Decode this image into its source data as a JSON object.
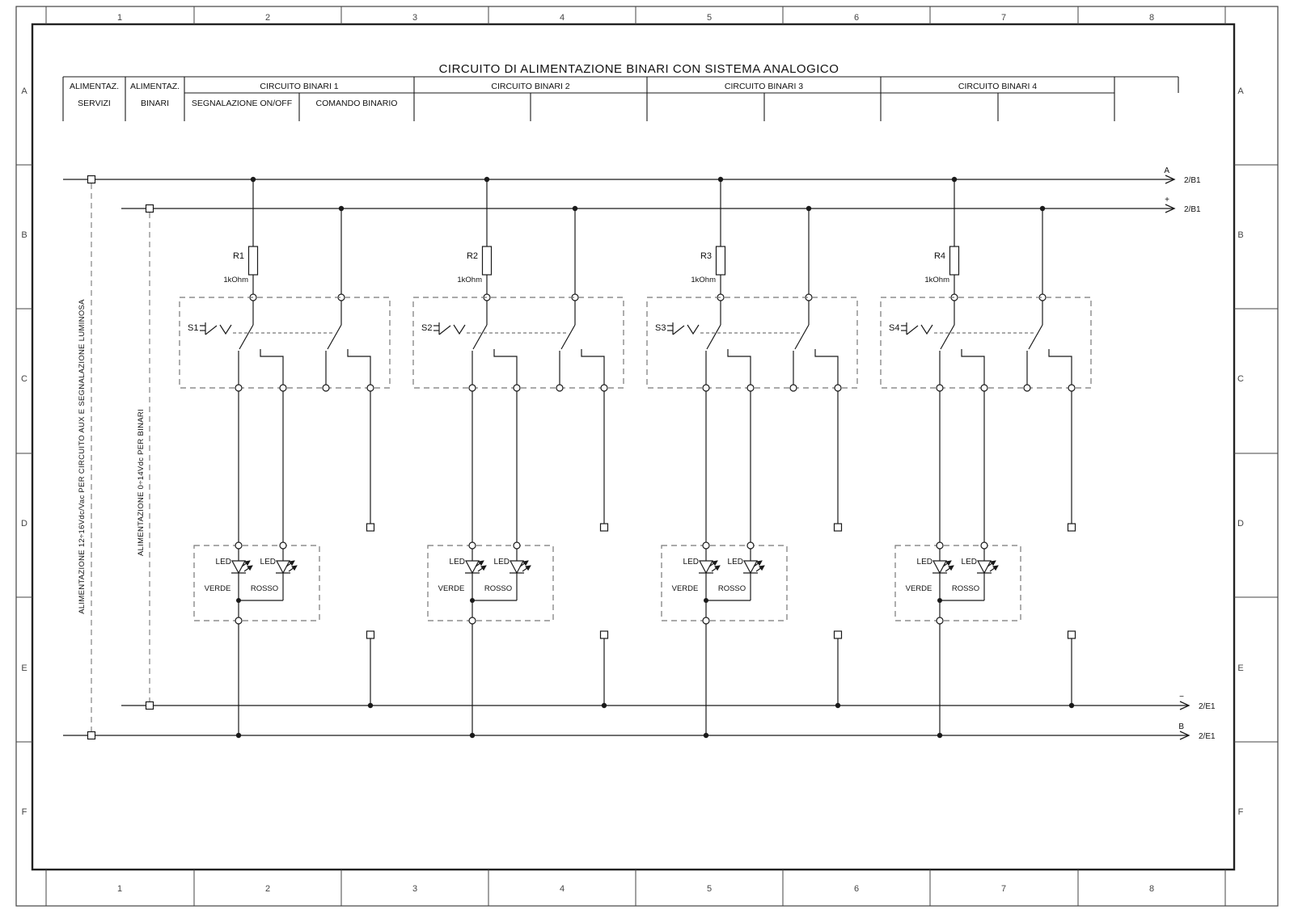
{
  "title": "CIRCUITO DI ALIMENTAZIONE BINARI CON SISTEMA ANALOGICO",
  "frame": {
    "columns": [
      "1",
      "2",
      "3",
      "4",
      "5",
      "6",
      "7",
      "8"
    ],
    "rows": [
      "A",
      "B",
      "C",
      "D",
      "E",
      "F"
    ]
  },
  "header": {
    "servizi_line1": "ALIMENTAZ.",
    "servizi_line2": "SERVIZI",
    "binari_line1": "ALIMENTAZ.",
    "binari_line2": "BINARI",
    "circuit1": "CIRCUITO BINARI 1",
    "circuit1_sub1": "SEGNALAZIONE ON/OFF",
    "circuit1_sub2": "COMANDO BINARIO",
    "circuit2": "CIRCUITO BINARI 2",
    "circuit3": "CIRCUITO BINARI 3",
    "circuit4": "CIRCUITO BINARI 4"
  },
  "buses": {
    "a": {
      "label": "A",
      "ref": "2/B1"
    },
    "plus": {
      "label": "+",
      "ref": "2/B1"
    },
    "minus": {
      "label": "−",
      "ref": "2/E1"
    },
    "b": {
      "label": "B",
      "ref": "2/E1"
    }
  },
  "supplies": {
    "aux": "ALIMENTAZIONE 12÷16Vdc/Vac PER CIRCUITO AUX E SEGNALAZIONE LUMINOSA",
    "binari": "ALIMENTAZIONE 0÷14Vdc PER BINARI"
  },
  "blocks": [
    {
      "resistor": "R1",
      "value": "1kOhm",
      "switch": "S1",
      "led": "LED",
      "green": "VERDE",
      "red": "ROSSO"
    },
    {
      "resistor": "R2",
      "value": "1kOhm",
      "switch": "S2",
      "led": "LED",
      "green": "VERDE",
      "red": "ROSSO"
    },
    {
      "resistor": "R3",
      "value": "1kOhm",
      "switch": "S3",
      "led": "LED",
      "green": "VERDE",
      "red": "ROSSO"
    },
    {
      "resistor": "R4",
      "value": "1kOhm",
      "switch": "S4",
      "led": "LED",
      "green": "VERDE",
      "red": "ROSSO"
    }
  ],
  "colors": {
    "ink": "#1a1a1a",
    "dashed": "#777777",
    "background": "#ffffff"
  }
}
